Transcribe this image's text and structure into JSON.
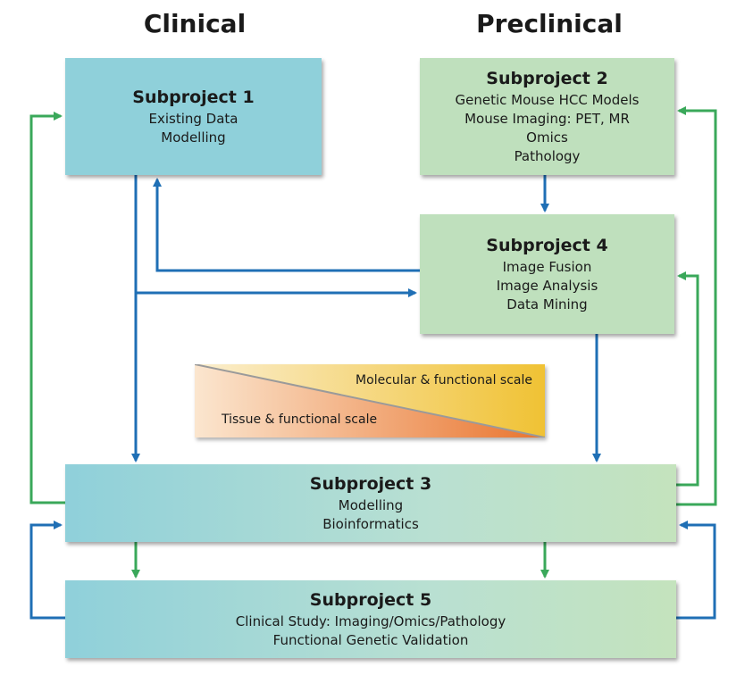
{
  "headers": {
    "clinical": "Clinical",
    "preclinical": "Preclinical"
  },
  "subproject1": {
    "title": "Subproject 1",
    "lines": [
      "Existing Data",
      "Modelling"
    ]
  },
  "subproject2": {
    "title": "Subproject 2",
    "lines": [
      "Genetic Mouse HCC Models",
      "Mouse Imaging: PET, MR",
      "Omics",
      "Pathology"
    ]
  },
  "subproject4": {
    "title": "Subproject 4",
    "lines": [
      "Image Fusion",
      "Image Analysis",
      "Data Mining"
    ]
  },
  "subproject3": {
    "title": "Subproject 3",
    "lines": [
      "Modelling",
      "Bioinformatics"
    ]
  },
  "subproject5": {
    "title": "Subproject 5",
    "lines": [
      "Clinical Study: Imaging/Omics/Pathology",
      "Functional Genetic Validation"
    ]
  },
  "scale": {
    "top": "Molecular & functional scale",
    "bottom": "Tissue & functional scale"
  },
  "colors": {
    "blue_arrow": "#1f6fb5",
    "green_arrow": "#3aa85a",
    "teal_box": "#8fd0da",
    "green_box": "#bfe0bd"
  }
}
